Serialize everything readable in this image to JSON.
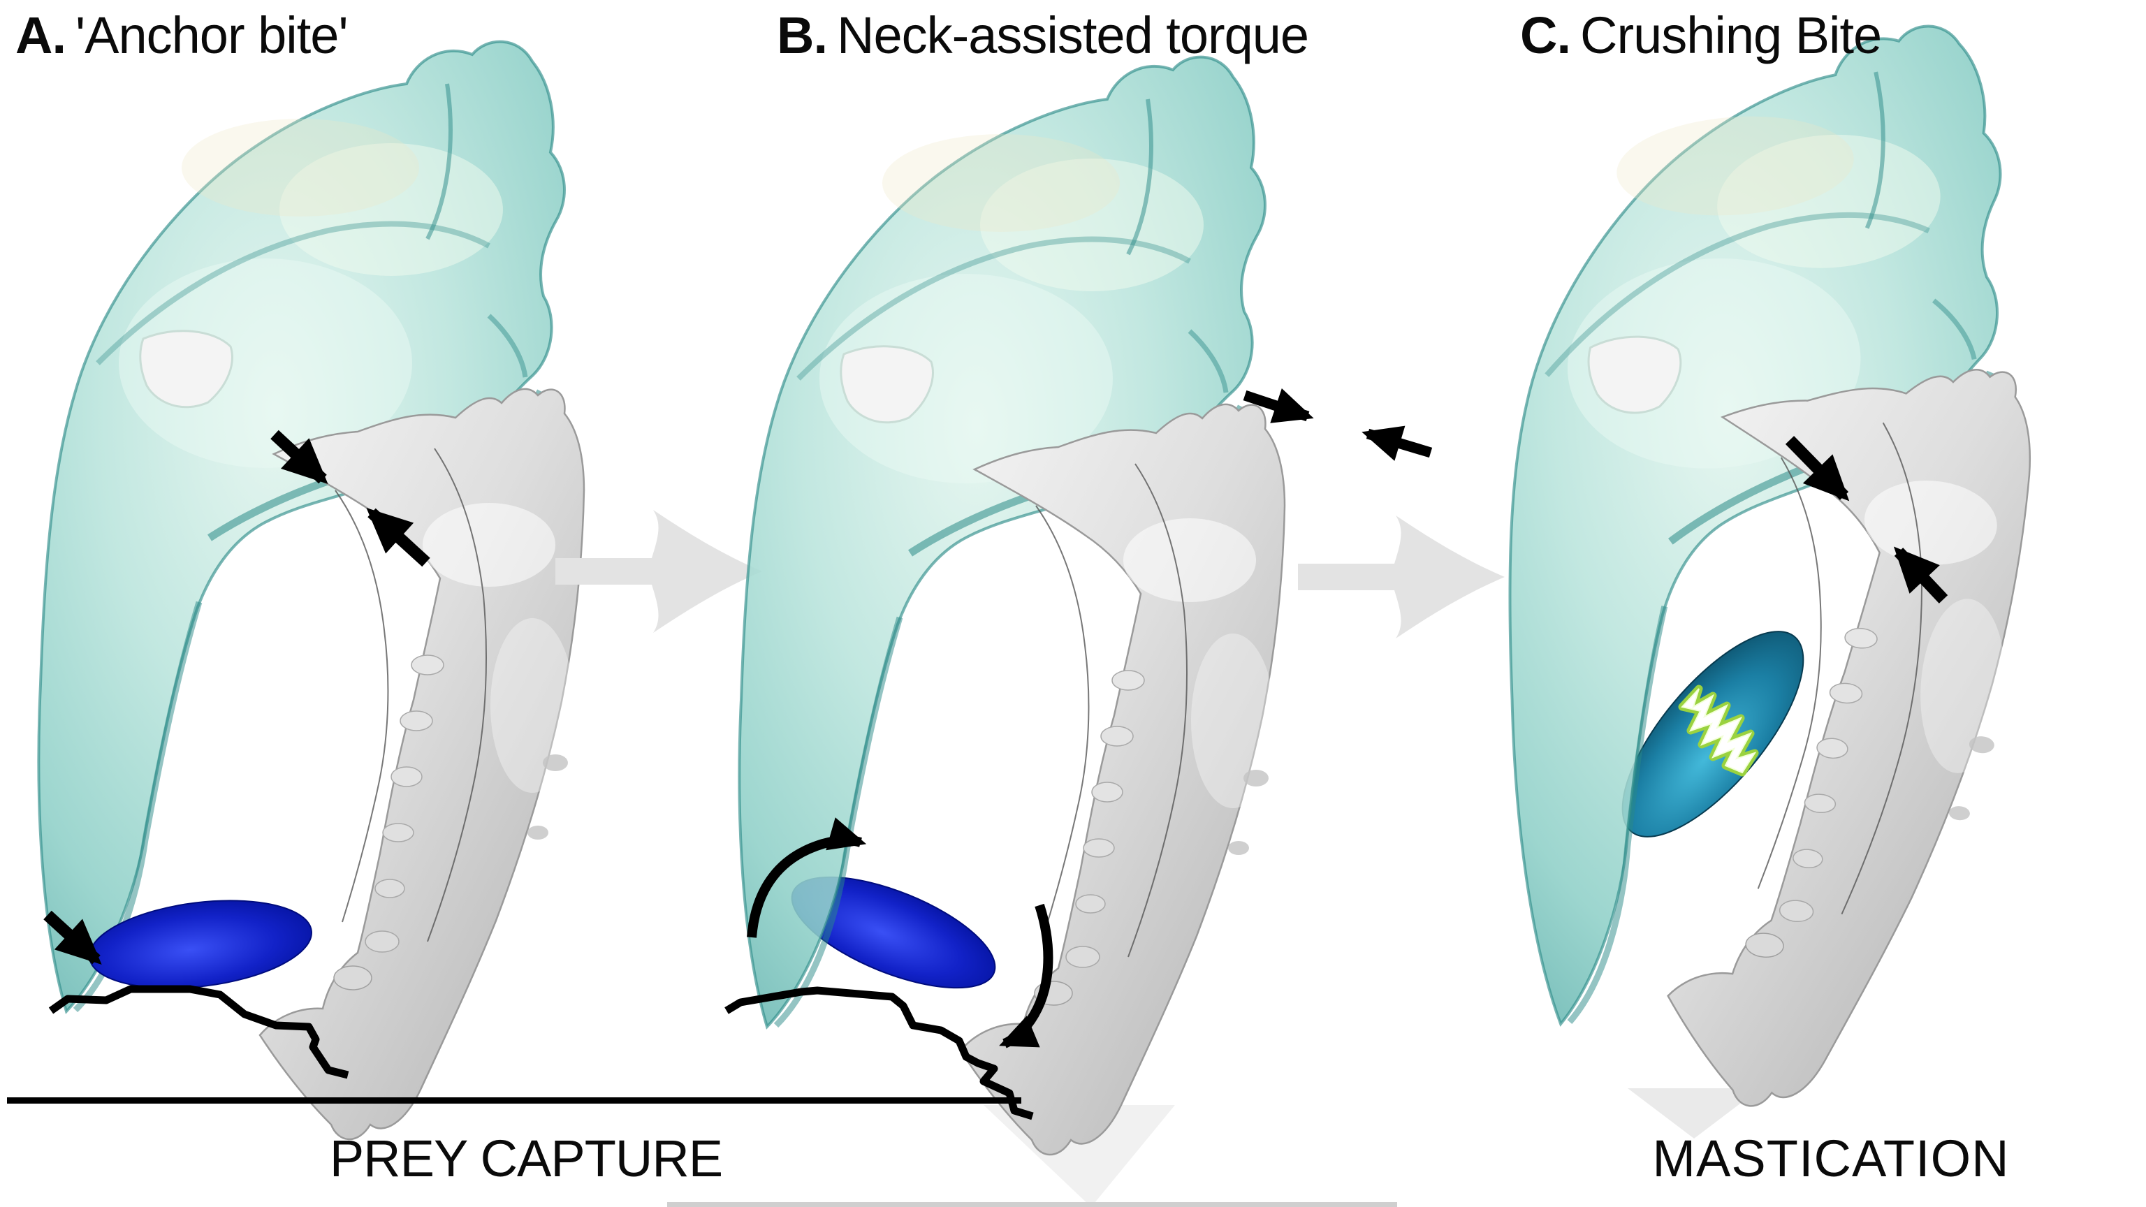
{
  "figure": {
    "background_color": "#ffffff",
    "panels": [
      {
        "id": "A",
        "label": "A.",
        "title": "'Anchor bite'",
        "annotations": [
          "opposing bite-force arrows at jaw joint",
          "prey impact arrow",
          "blue prey item resting on branch"
        ]
      },
      {
        "id": "B",
        "label": "B.",
        "title": "Neck-assisted torque",
        "annotations": [
          "opposing force arrows at occiput",
          "rotation arrows around snout and jaw tip",
          "blue prey item gripped at jaw tip on branch"
        ]
      },
      {
        "id": "C",
        "label": "C.",
        "title": "Crushing Bite",
        "annotations": [
          "opposing bite-force arrows at jaw joint",
          "prey item cracking between postcanine teeth"
        ]
      }
    ],
    "phase_labels": [
      {
        "label": "PREY CAPTURE",
        "panels": "A–B"
      },
      {
        "label": "MASTICATION",
        "panels": "C"
      }
    ],
    "colors": {
      "cranium_teal": "#7cc7c0",
      "cranium_edge_teal": "#2f8e8a",
      "mandible_gray": "#d6d6d6",
      "prey_blue": "#1222c8",
      "prey_crushed_teal": "#1b7fa4",
      "crack_white": "#ffffff",
      "crack_fringe_green": "#9ad23f",
      "force_arrow_black": "#000000",
      "transition_arrow_gray": "#e3e3e3"
    }
  }
}
